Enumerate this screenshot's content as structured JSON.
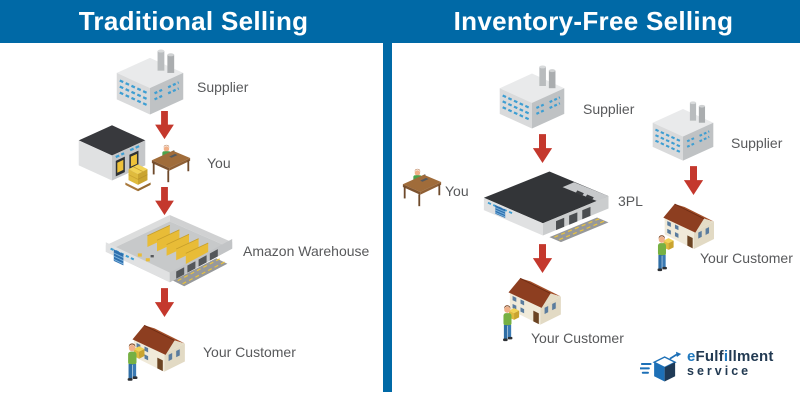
{
  "left_panel": {
    "title": "Traditional Selling",
    "supplier_label": "Supplier",
    "you_label": "You",
    "warehouse_label": "Amazon Warehouse",
    "customer_label": "Your Customer"
  },
  "right_panel": {
    "title": "Inventory-Free Selling",
    "supplier_top_label": "Supplier",
    "you_label": "You",
    "threepl_label": "3PL",
    "customer_mid_label": "Your Customer",
    "supplier_right_label": "Supplier",
    "customer_right_label": "Your Customer"
  },
  "logo": {
    "brand_e": "e",
    "brand_fulf": "Fulf",
    "brand_i": "i",
    "brand_llment": "llment",
    "brand_line2": "service"
  },
  "icons": {
    "factory": "factory-icon",
    "small_warehouse": "warehouse-icon",
    "desk_person": "desk-person-icon",
    "pallet": "pallet-boxes-icon",
    "amazon_warehouse": "amazon-warehouse-icon",
    "threepl_warehouse": "threepl-warehouse-icon",
    "house": "house-icon",
    "delivery_person": "delivery-person-icon",
    "down_arrow": "down-arrow-icon",
    "logo_box": "logo-shipping-box-icon"
  },
  "colors": {
    "header_blue": "#0069a6",
    "arrow_red": "#c4382d",
    "label_gray": "#58595b",
    "logo_navy": "#223a52",
    "logo_blue": "#2079bf"
  }
}
